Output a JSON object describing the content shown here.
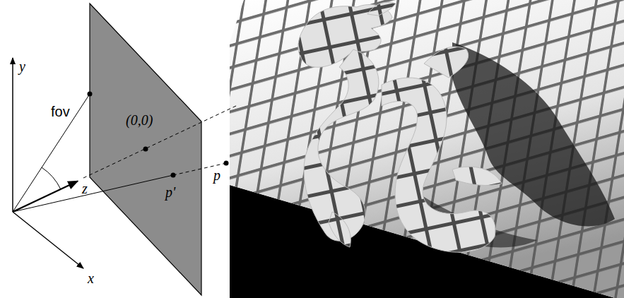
{
  "diagram": {
    "labels": [
      "y",
      "fov",
      "(0,0)",
      "z",
      "p'",
      "p",
      "x"
    ]
  }
}
